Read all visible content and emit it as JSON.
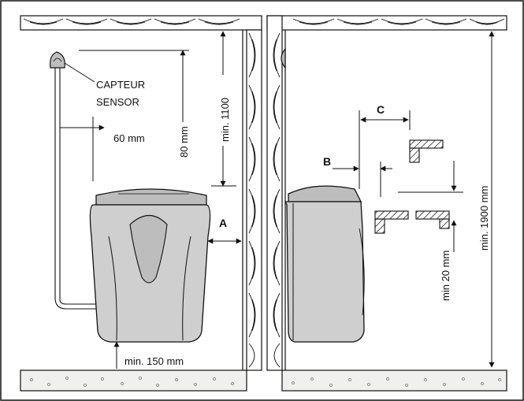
{
  "labels": {
    "capteur": "CAPTEUR",
    "sensor": "SENSOR",
    "dim_60": "60 mm",
    "dim_80": "80 mm",
    "dim_1100": "min. 1100",
    "dim_a": "A",
    "dim_150": "min. 150 mm",
    "dim_b": "B",
    "dim_c": "C",
    "dim_1900": "min. 1900 mm",
    "dim_20": "min 20 mm"
  },
  "colors": {
    "heater_fill": "#cfcfcf",
    "line": "#111111",
    "wall_fill": "#ffffff",
    "floor_fill": "#f0f0ee"
  }
}
